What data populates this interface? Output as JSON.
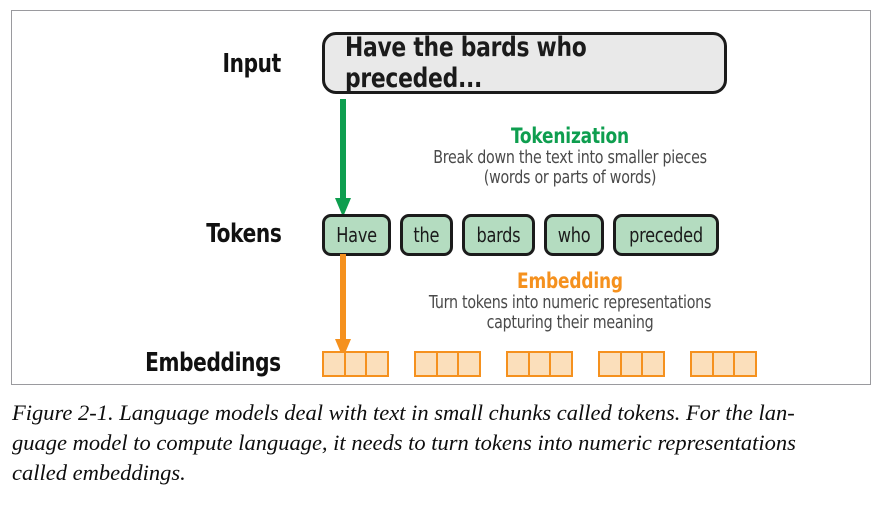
{
  "figure": {
    "input": {
      "label": "Input",
      "text": "Have the bards who preceded..."
    },
    "steps": [
      {
        "key": "tokenization",
        "title": "Tokenization",
        "color": "#0e9e4f",
        "description_lines": [
          "Break down the text into smaller pieces",
          "(words or parts of words)"
        ]
      },
      {
        "key": "embedding",
        "title": "Embedding",
        "color": "#f5911e",
        "description_lines": [
          "Turn tokens into numeric representations",
          "capturing their meaning"
        ]
      }
    ],
    "tokens": {
      "label": "Tokens",
      "items": [
        "Have",
        "the",
        "bards",
        "who",
        "preceded"
      ],
      "fill_color": "#b4dcc0",
      "border_color": "#1b1b1b"
    },
    "embeddings": {
      "label": "Embeddings",
      "groups": [
        3,
        3,
        3,
        3,
        3
      ],
      "fill_color": "#fbdfbb",
      "border_color": "#f5911e"
    }
  },
  "caption": {
    "lines": [
      "Figure 2-1. Language models deal with text in small chunks called tokens. For the lan-",
      "guage model to compute language, it needs to turn tokens into numeric representations",
      "called embeddings."
    ]
  }
}
